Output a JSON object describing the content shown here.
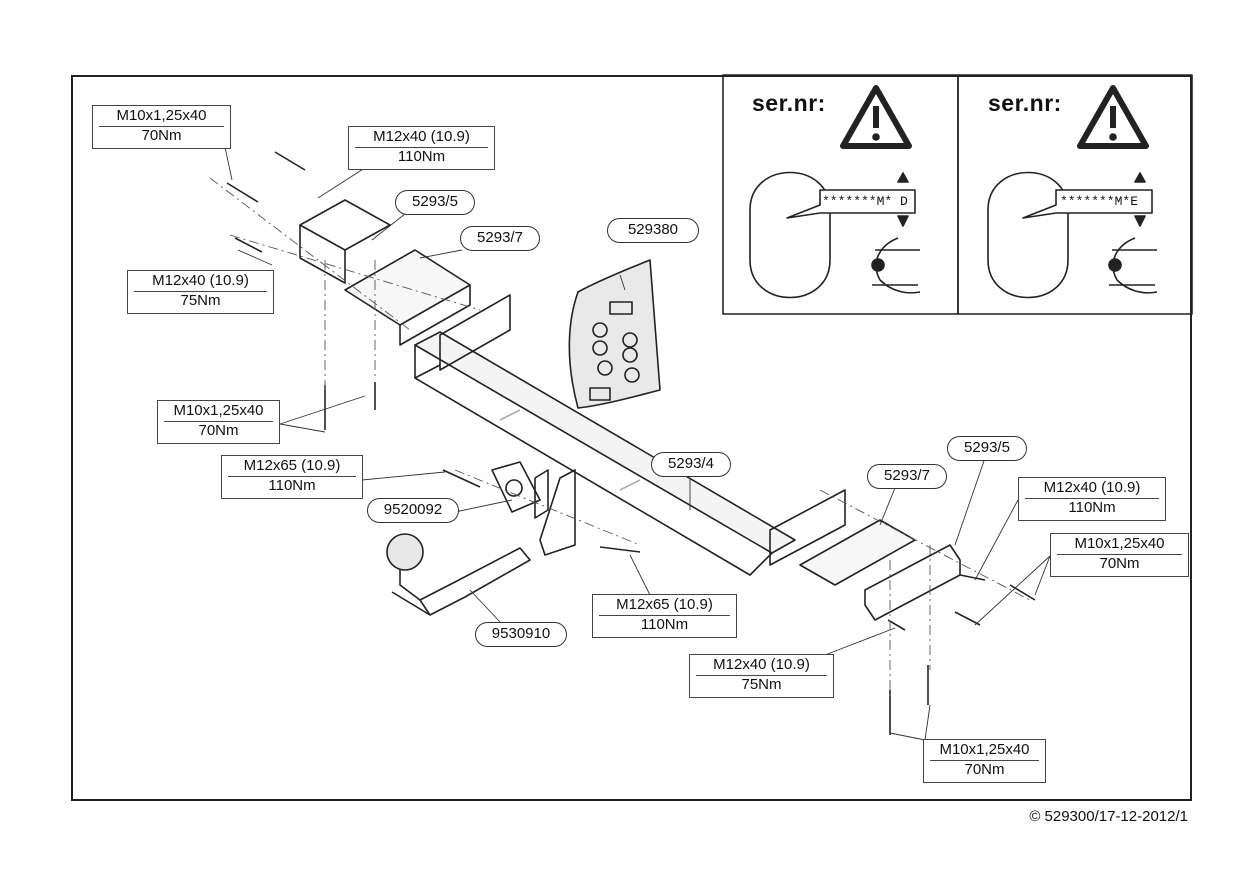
{
  "labels": {
    "tl_bolt": {
      "spec": "M10x1,25x40",
      "torque": "70Nm"
    },
    "tl_m12": {
      "spec": "M12x40 (10.9)",
      "torque": "110Nm"
    },
    "ml_m12": {
      "spec": "M12x40 (10.9)",
      "torque": "75Nm"
    },
    "ml_m10": {
      "spec": "M10x1,25x40",
      "torque": "70Nm"
    },
    "cm_m12x65": {
      "spec": "M12x65 (10.9)",
      "torque": "110Nm"
    },
    "bc_m12x65": {
      "spec": "M12x65 (10.9)",
      "torque": "110Nm"
    },
    "br_m12x40_110": {
      "spec": "M12x40 (10.9)",
      "torque": "110Nm"
    },
    "br_m10": {
      "spec": "M10x1,25x40",
      "torque": "70Nm"
    },
    "bc_m12x40_75": {
      "spec": "M12x40 (10.9)",
      "torque": "75Nm"
    },
    "bb_m10": {
      "spec": "M10x1,25x40",
      "torque": "70Nm"
    }
  },
  "parts": {
    "p1": "5293/5",
    "p2": "5293/7",
    "p3": "529380",
    "p4": "5293/4",
    "p5": "5293/7",
    "p6": "5293/5",
    "p7": "9520092",
    "p8": "9530910"
  },
  "panels": {
    "left": {
      "title": "ser.nr:",
      "code": "*******M* D"
    },
    "right": {
      "title": "ser.nr:",
      "code": "*******M*E"
    }
  },
  "copyright": "© 529300/17-12-2012/1"
}
